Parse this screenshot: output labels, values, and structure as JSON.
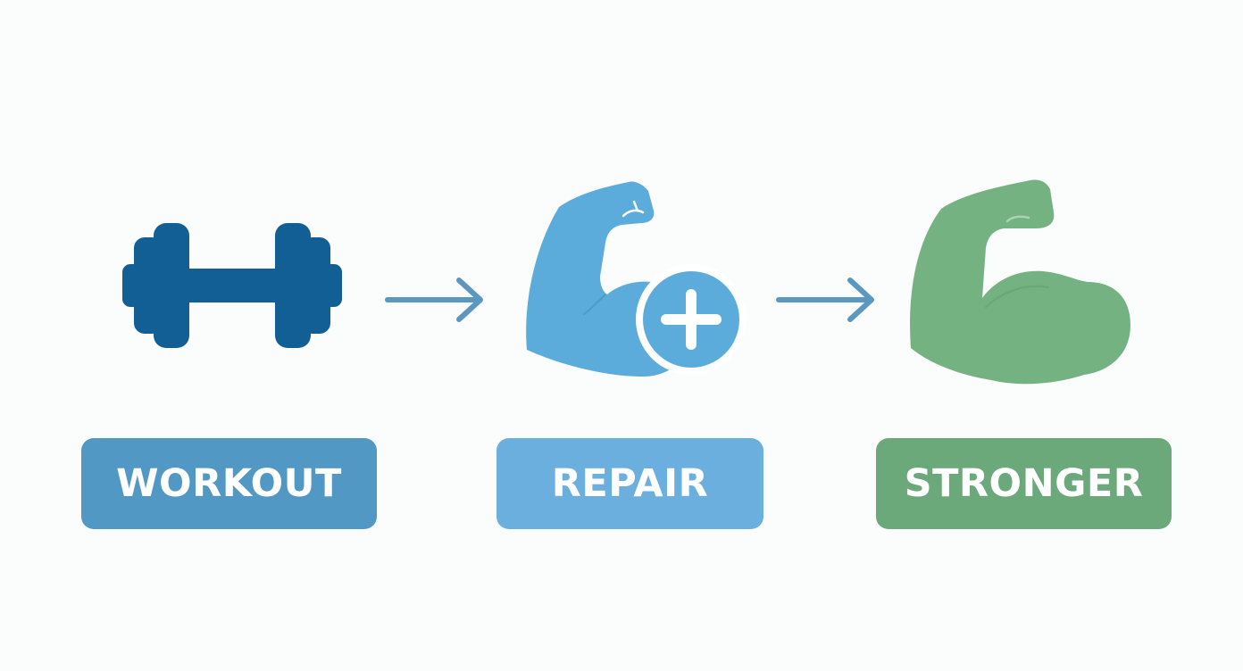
{
  "steps": [
    {
      "label": "WORKOUT",
      "icon": "dumbbell-icon",
      "color": "#125f96",
      "label_bg": "#5298c4"
    },
    {
      "label": "REPAIR",
      "icon": "arm-with-plus-icon",
      "color": "#5cacdb",
      "label_bg": "#6aafde"
    },
    {
      "label": "STRONGER",
      "icon": "flexed-arm-icon",
      "color": "#74b381",
      "label_bg": "#6ba97b"
    }
  ],
  "connectors": [
    {
      "icon": "right-arrow-icon",
      "color": "#5b97c0"
    },
    {
      "icon": "right-arrow-icon",
      "color": "#5b97c0"
    }
  ]
}
